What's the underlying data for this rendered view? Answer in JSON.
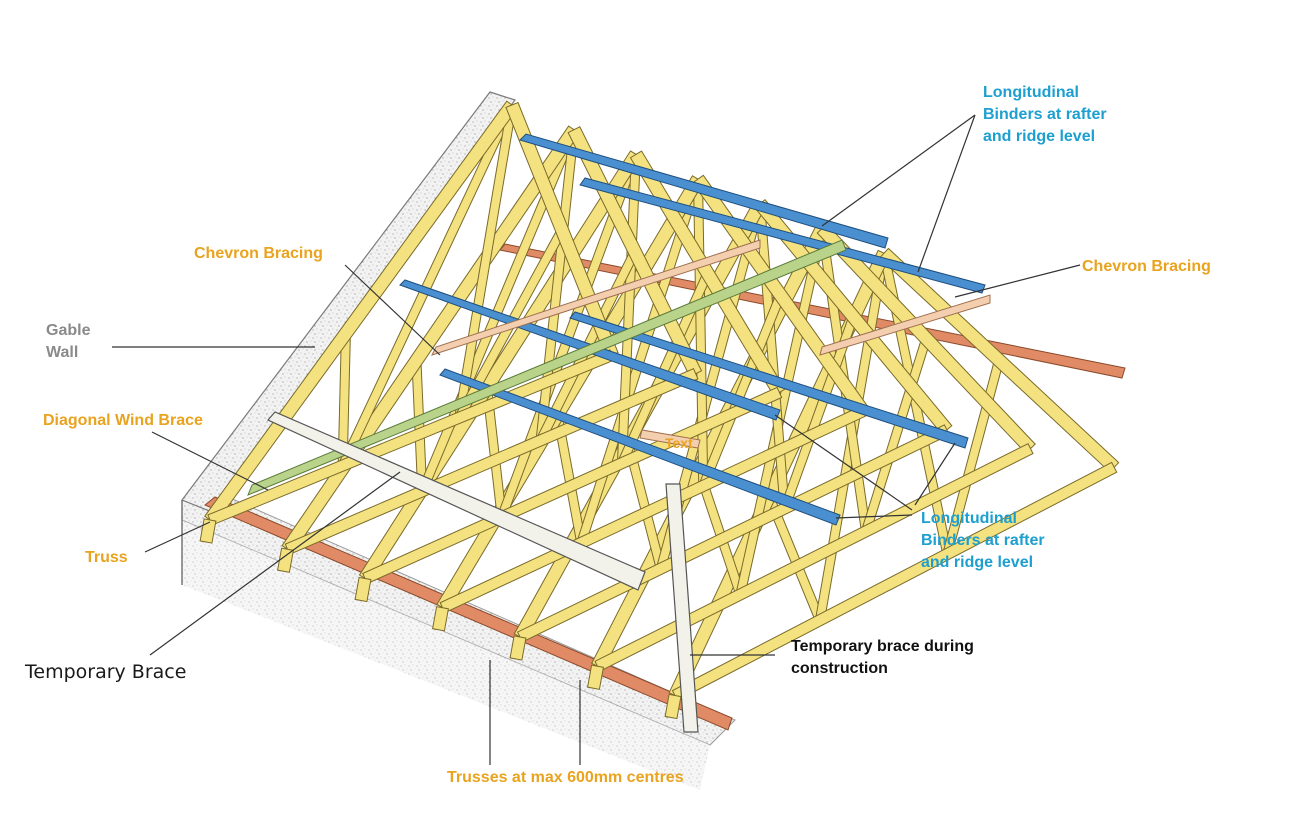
{
  "labels": {
    "binders_top": [
      "Longitudinal",
      "Binders at rafter",
      "and ridge level"
    ],
    "chevron_left": "Chevron Bracing",
    "chevron_right": "Chevron Bracing",
    "gable_wall": [
      "Gable",
      "Wall"
    ],
    "diagonal_wind_brace": "Diagonal Wind Brace",
    "truss": "Truss",
    "temporary_brace": "Temporary Brace",
    "text_placeholder": "Text",
    "binders_bottom": [
      "Longitudinal",
      "Binders at rafter",
      "and ridge level"
    ],
    "temp_brace_construction": [
      "Temporary brace during",
      "construction"
    ],
    "trusses_centres": "Trusses at max 600mm centres"
  },
  "colors": {
    "truss_timber": "#f3e27f",
    "truss_outline": "#7a6a2a",
    "binder": "#4a8fcf",
    "wind_brace": "#b9d48a",
    "chevron": "#f3cfb0",
    "wall_plate": "#e08a66",
    "temp_brace": "#f2f2ea",
    "label_orange": "#e9a31f",
    "label_blue": "#1d9fd0",
    "label_grey": "#8a8a8a"
  }
}
